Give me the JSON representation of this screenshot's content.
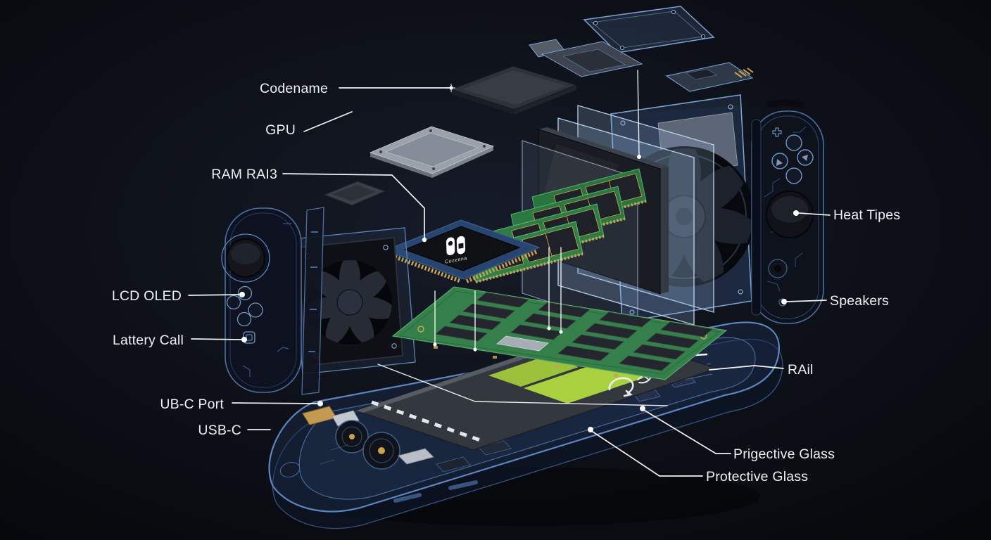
{
  "figure": {
    "type": "exploded-view-diagram",
    "subject": "Handheld game console internal components exploded view",
    "background": "#0a0d13"
  },
  "labels": {
    "codename": "Codename",
    "gpu": "GPU",
    "ram": "RAM RAI3",
    "lcd_oled": "LCD OLED",
    "battery_cell": "Lattery Call",
    "usb_port": "UB-C Port",
    "usbc": "USB-C",
    "heat_pipes": "Heat Tipes",
    "speakers": "Speakers",
    "rail": "RAil",
    "prigective_glass": "Prigective Glass",
    "protective_glass": "Protective Glass"
  },
  "soc": {
    "logo_text": "Cozenna"
  },
  "colors": {
    "background": "#0a0d13",
    "label_text": "#eef0f3",
    "leader_line": "#ffffff",
    "shell_blue": "#5d86c0",
    "glass_blue": "#a8c4e4",
    "board_green": "#35804a",
    "battery_green": "#a6cc3e",
    "pcb_gold": "#caa24e",
    "fan_black": "#0a0c11"
  }
}
